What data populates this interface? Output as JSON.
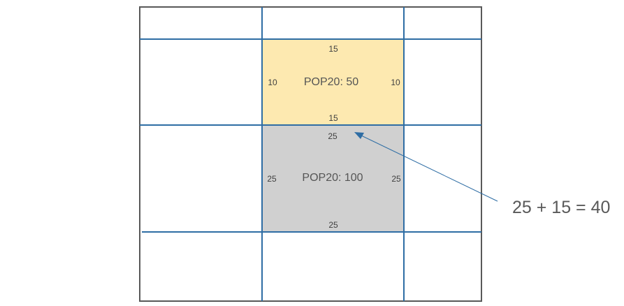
{
  "colors": {
    "grid_line": "#2e6da4",
    "outer_border": "#595959",
    "highlight_cell_fill": "#fde9b0",
    "selected_cell_fill": "#d0d0d0",
    "arrow": "#2e6da4"
  },
  "cells": {
    "upper": {
      "label": "POP20: 50",
      "top": "15",
      "bottom": "15",
      "left": "10",
      "right": "10"
    },
    "lower": {
      "label": "POP20: 100",
      "top": "25",
      "bottom": "25",
      "left": "25",
      "right": "25"
    }
  },
  "annotation": {
    "equation": "25 + 15 = 40"
  }
}
